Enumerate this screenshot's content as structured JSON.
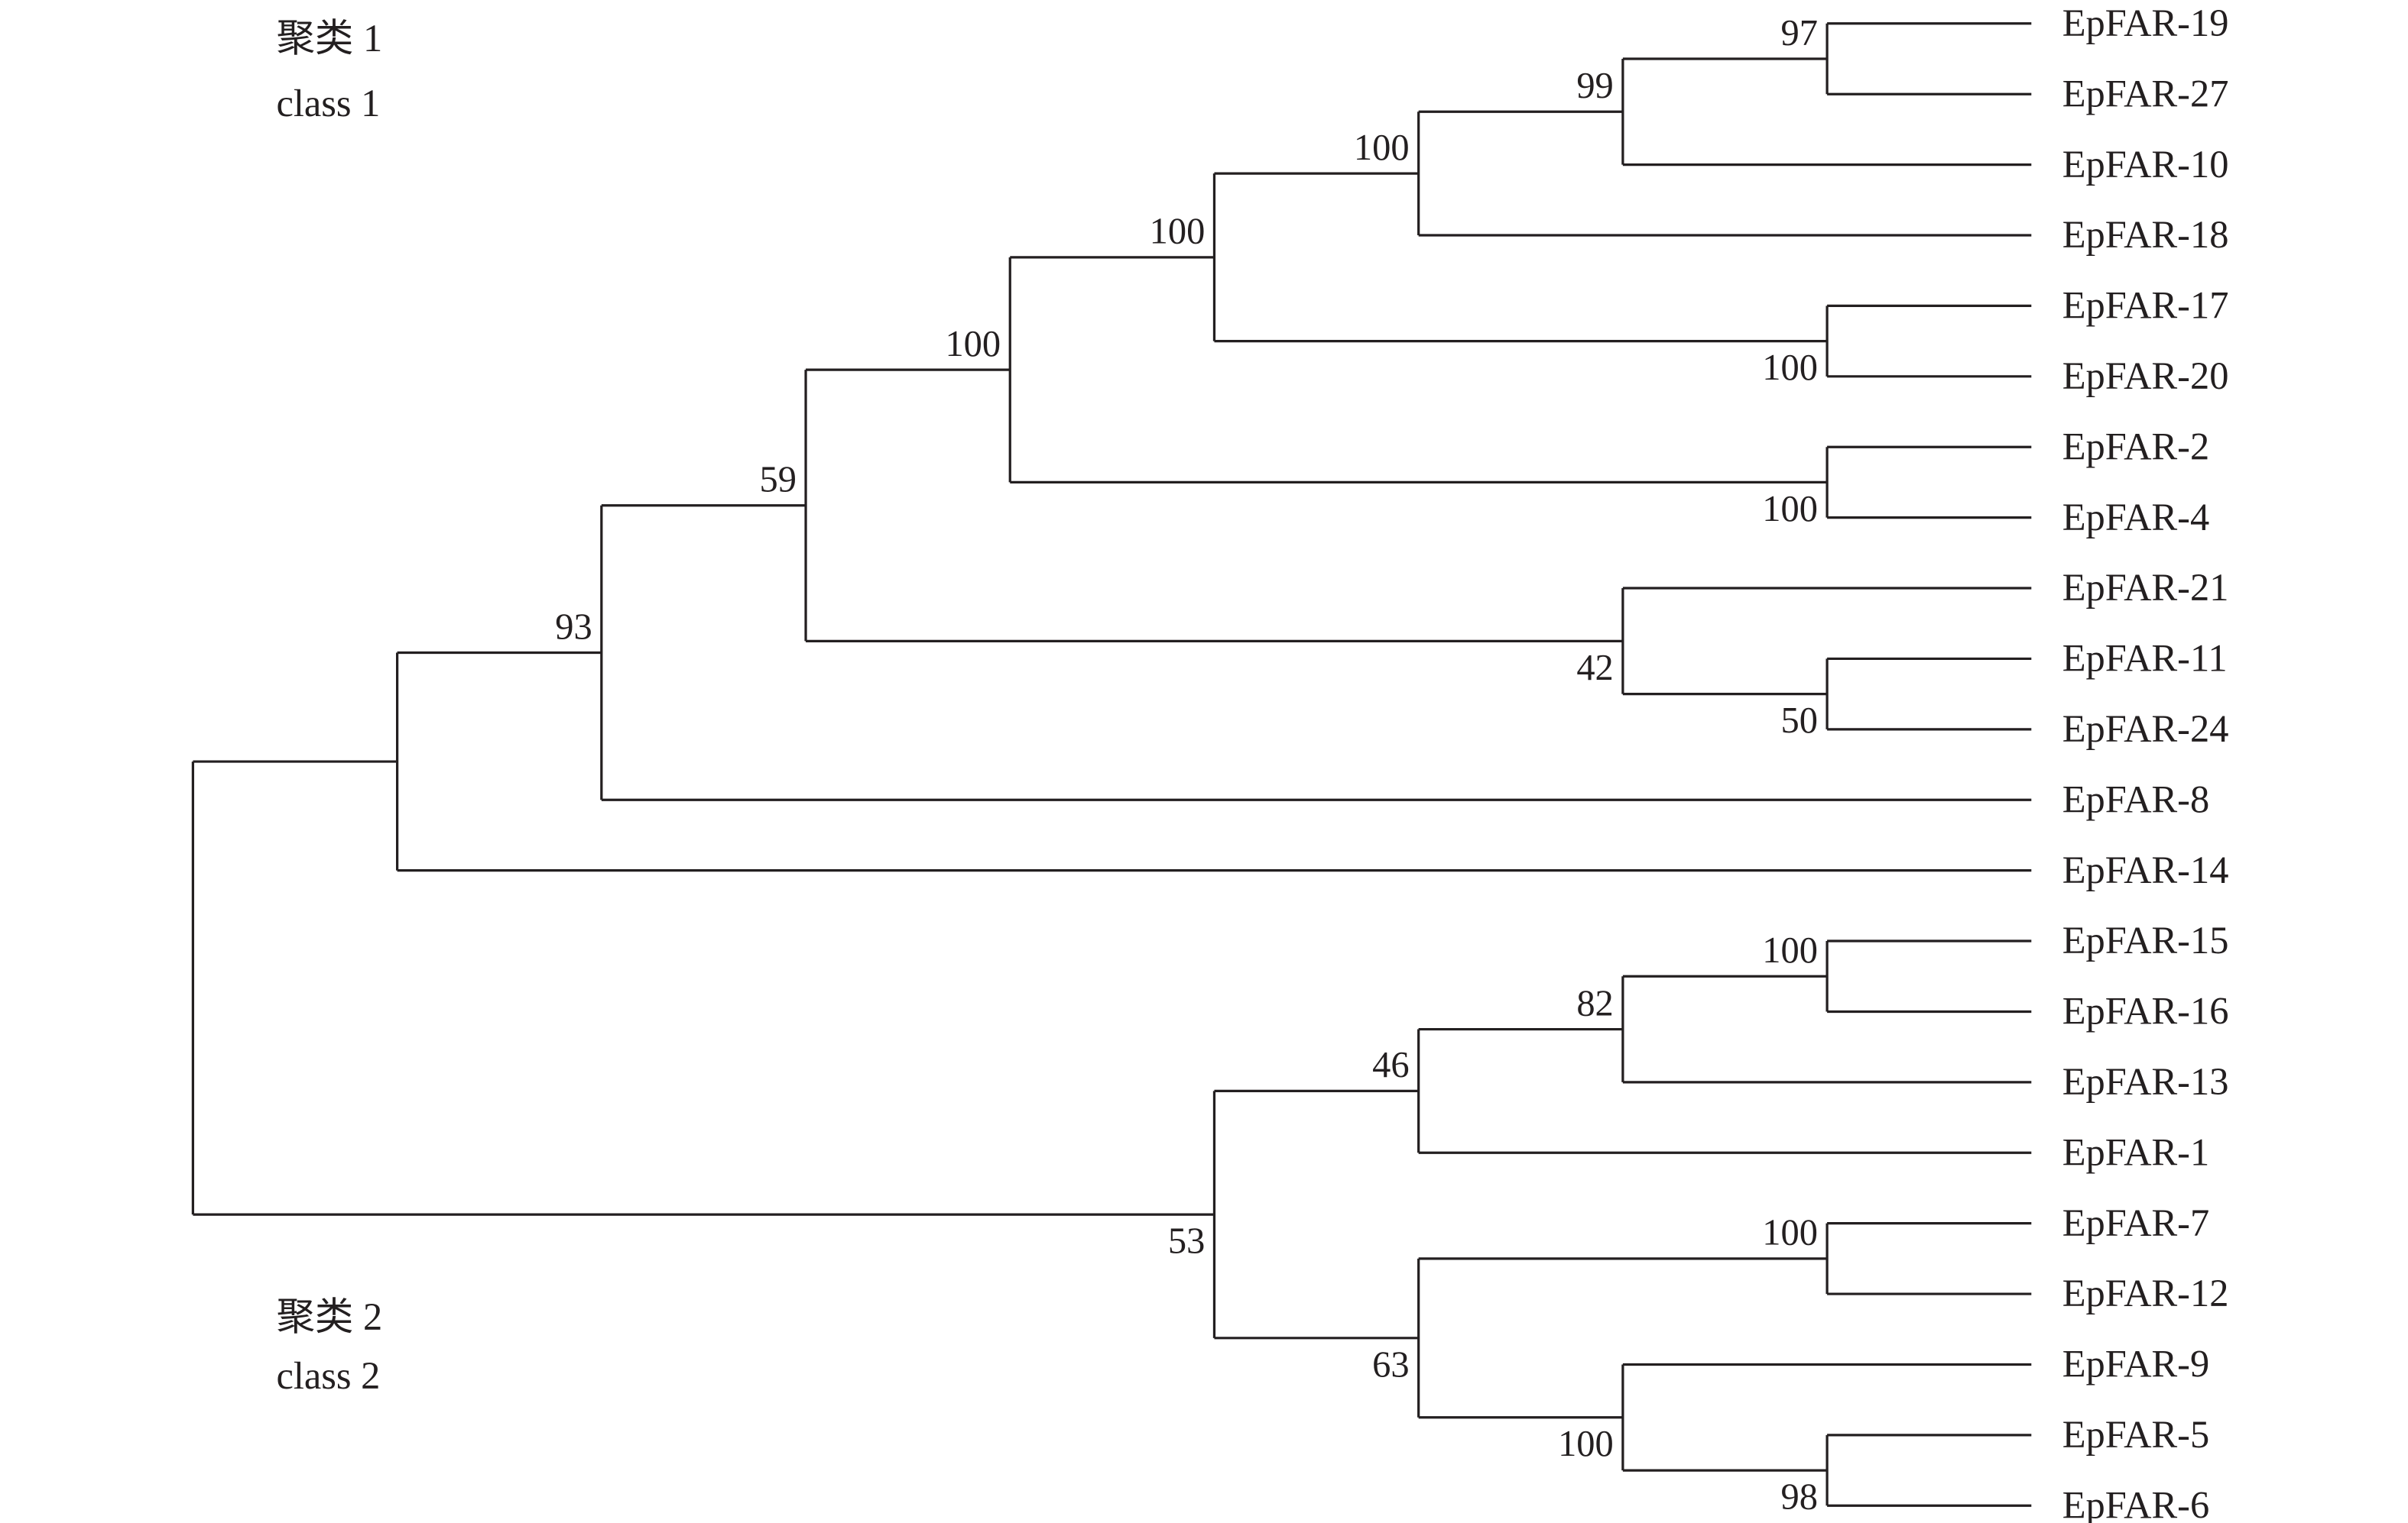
{
  "classes": [
    {
      "zh": "聚类 1",
      "en": "class 1"
    },
    {
      "zh": "聚类 2",
      "en": "class 2"
    }
  ],
  "colors": {
    "line": "#231f20",
    "text": "#231f20",
    "background": "#ffffff"
  },
  "tree": {
    "children": [
      {
        "children": [
          {
            "support": "93",
            "children": [
              {
                "support": "59",
                "children": [
                  {
                    "support": "100",
                    "children": [
                      {
                        "support": "100",
                        "children": [
                          {
                            "support": "100",
                            "children": [
                              {
                                "support": "99",
                                "children": [
                                  {
                                    "support": "97",
                                    "children": [
                                      {
                                        "leaf": "EpFAR-19"
                                      },
                                      {
                                        "leaf": "EpFAR-27"
                                      }
                                    ]
                                  },
                                  {
                                    "leaf": "EpFAR-10"
                                  }
                                ]
                              },
                              {
                                "leaf": "EpFAR-18"
                              }
                            ]
                          },
                          {
                            "support": "100",
                            "children": [
                              {
                                "leaf": "EpFAR-17"
                              },
                              {
                                "leaf": "EpFAR-20"
                              }
                            ]
                          }
                        ]
                      },
                      {
                        "support": "100",
                        "children": [
                          {
                            "leaf": "EpFAR-2"
                          },
                          {
                            "leaf": "EpFAR-4"
                          }
                        ]
                      }
                    ]
                  },
                  {
                    "support": "42",
                    "children": [
                      {
                        "leaf": "EpFAR-21"
                      },
                      {
                        "support": "50",
                        "children": [
                          {
                            "leaf": "EpFAR-11"
                          },
                          {
                            "leaf": "EpFAR-24"
                          }
                        ]
                      }
                    ]
                  }
                ]
              },
              {
                "leaf": "EpFAR-8"
              }
            ]
          },
          {
            "leaf": "EpFAR-14"
          }
        ]
      },
      {
        "support": "53",
        "children": [
          {
            "support": "46",
            "children": [
              {
                "support": "82",
                "children": [
                  {
                    "support": "100",
                    "children": [
                      {
                        "leaf": "EpFAR-15"
                      },
                      {
                        "leaf": "EpFAR-16"
                      }
                    ]
                  },
                  {
                    "leaf": "EpFAR-13"
                  }
                ]
              },
              {
                "leaf": "EpFAR-1"
              }
            ]
          },
          {
            "support": "63",
            "children": [
              {
                "support": "100",
                "children": [
                  {
                    "leaf": "EpFAR-7"
                  },
                  {
                    "leaf": "EpFAR-12"
                  }
                ]
              },
              {
                "support": "100",
                "children": [
                  {
                    "leaf": "EpFAR-9"
                  },
                  {
                    "support": "98",
                    "children": [
                      {
                        "leaf": "EpFAR-5"
                      },
                      {
                        "leaf": "EpFAR-6"
                      }
                    ]
                  }
                ]
              }
            ]
          }
        ]
      }
    ]
  }
}
